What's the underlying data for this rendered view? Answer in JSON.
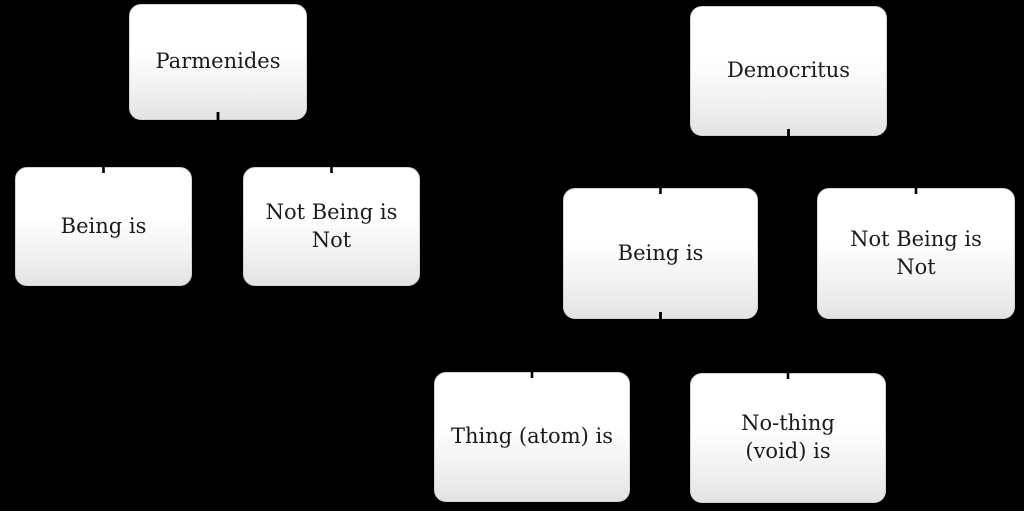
{
  "diagram": {
    "type": "hierarchy",
    "style": {
      "background": "#000000",
      "fill_top": "#ffffff",
      "fill_bottom": "#e3e3e3",
      "border": "#d3d3d3",
      "text": "#1b1b1b",
      "connector": "#000000"
    },
    "trees": [
      {
        "name": "parmenides-tree",
        "nodes": [
          {
            "id": "parmenides",
            "label": "Parmenides",
            "parent": null
          },
          {
            "id": "being-left",
            "label": "Being is",
            "parent": "parmenides"
          },
          {
            "id": "notbeing-left",
            "label": "Not Being is\nNot",
            "parent": "parmenides"
          }
        ]
      },
      {
        "name": "democritus-tree",
        "nodes": [
          {
            "id": "democritus",
            "label": "Democritus",
            "parent": null
          },
          {
            "id": "being-right",
            "label": "Being is",
            "parent": "democritus"
          },
          {
            "id": "notbeing-right",
            "label": "Not Being is\nNot",
            "parent": "democritus"
          },
          {
            "id": "thing-atom",
            "label": "Thing (atom) is",
            "parent": "being-right"
          },
          {
            "id": "nothing-void",
            "label": "No-thing\n(void) is",
            "parent": "being-right"
          }
        ]
      }
    ]
  }
}
